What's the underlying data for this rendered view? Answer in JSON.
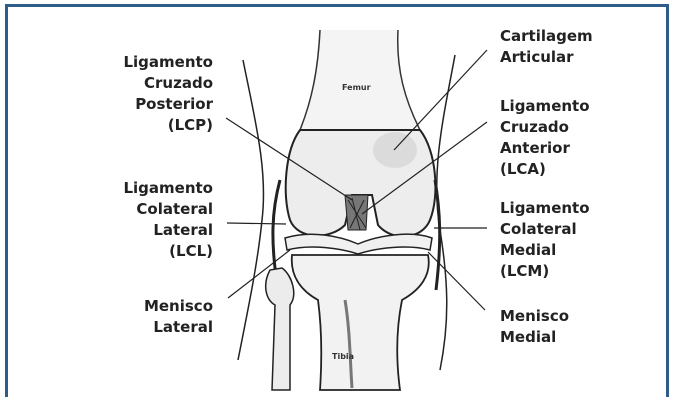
{
  "labels": {
    "lcp": "Ligamento\nCruzado\nPosterior\n(LCP)",
    "lcl": "Ligamento\nColateral\nLateral\n(LCL)",
    "menisco_lateral": "Menisco\nLateral",
    "cartilagem": "Cartilagem\nArticular",
    "lca": "Ligamento\nCruzado\nAnterior\n(LCA)",
    "lcm": "Ligamento\nColateral\nMedial\n(LCM)",
    "menisco_medial": "Menisco\nMedial",
    "femur": "Femur",
    "tibia": "Tibia"
  },
  "colors": {
    "frame_border": "#2f5d8a",
    "line": "#222222",
    "shade": "#d8d8d8"
  }
}
